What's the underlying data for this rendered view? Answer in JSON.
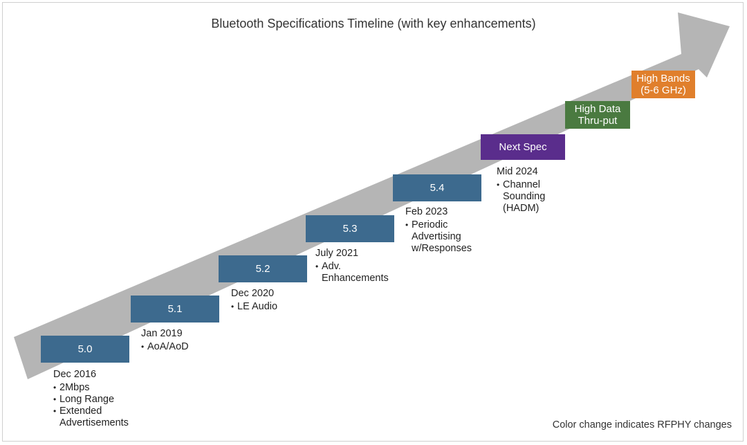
{
  "title": "Bluetooth Specifications Timeline (with key enhancements)",
  "footnote": "Color change indicates RFPHY changes",
  "colors": {
    "arrow": "#b5b5b5",
    "spec": "#3d6a8e",
    "next_spec": "#5a2d8c",
    "high_data": "#4a7a40",
    "high_bands": "#e07f2c"
  },
  "specs": [
    {
      "version": "5.0",
      "date": "Dec 2016",
      "features": [
        "2Mbps",
        "Long Range",
        "Extended Advertisements"
      ]
    },
    {
      "version": "5.1",
      "date": "Jan 2019",
      "features": [
        "AoA/AoD"
      ]
    },
    {
      "version": "5.2",
      "date": "Dec 2020",
      "features": [
        "LE Audio"
      ]
    },
    {
      "version": "5.3",
      "date": "July 2021",
      "features": [
        "Adv. Enhancements"
      ]
    },
    {
      "version": "5.4",
      "date": "Feb 2023",
      "features": [
        "Periodic Advertising w/Responses"
      ]
    }
  ],
  "next_spec": {
    "label": "Next Spec",
    "date": "Mid 2024",
    "features": [
      "Channel Sounding (HADM)"
    ]
  },
  "high_data": {
    "line1": "High Data",
    "line2": "Thru-put"
  },
  "high_bands": {
    "line1": "High Bands",
    "line2": "(5-6 GHz)"
  }
}
